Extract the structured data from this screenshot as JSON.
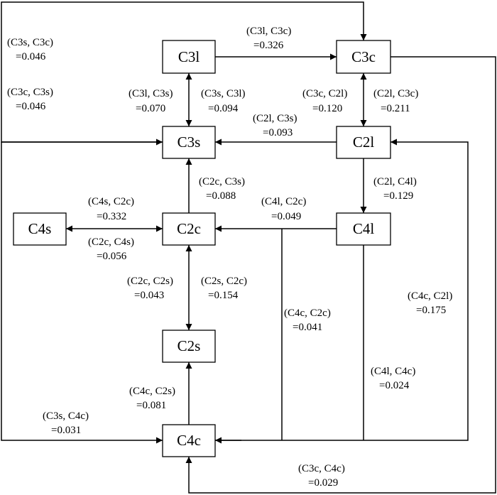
{
  "nodes": {
    "C3l": "C3l",
    "C3c": "C3c",
    "C3s": "C3s",
    "C2l": "C2l",
    "C4s": "C4s",
    "C2c": "C2c",
    "C4l": "C4l",
    "C2s": "C2s",
    "C4c": "C4c"
  },
  "edges": [
    {
      "id": "c3s-c3c",
      "pair": "(C3s, C3c)",
      "value": "=0.046"
    },
    {
      "id": "c3c-c3s",
      "pair": "(C3c, C3s)",
      "value": "=0.046"
    },
    {
      "id": "c3l-c3c",
      "pair": "(C3l, C3c)",
      "value": "=0.326"
    },
    {
      "id": "c3l-c3s",
      "pair": "(C3l, C3s)",
      "value": "=0.070"
    },
    {
      "id": "c3s-c3l",
      "pair": "(C3s, C3l)",
      "value": "=0.094"
    },
    {
      "id": "c3c-c2l",
      "pair": "(C3c, C2l)",
      "value": "=0.120"
    },
    {
      "id": "c2l-c3c",
      "pair": "(C2l, C3c)",
      "value": "=0.211"
    },
    {
      "id": "c2l-c3s",
      "pair": "(C2l, C3s)",
      "value": "=0.093"
    },
    {
      "id": "c2c-c3s",
      "pair": "(C2c, C3s)",
      "value": "=0.088"
    },
    {
      "id": "c2l-c4l",
      "pair": "(C2l, C4l)",
      "value": "=0.129"
    },
    {
      "id": "c4s-c2c",
      "pair": "(C4s, C2c)",
      "value": "=0.332"
    },
    {
      "id": "c2c-c4s",
      "pair": "(C2c, C4s)",
      "value": "=0.056"
    },
    {
      "id": "c4l-c2c",
      "pair": "(C4l, C2c)",
      "value": "=0.049"
    },
    {
      "id": "c2c-c2s",
      "pair": "(C2c, C2s)",
      "value": "=0.043"
    },
    {
      "id": "c2s-c2c",
      "pair": "(C2s, C2c)",
      "value": "=0.154"
    },
    {
      "id": "c4c-c2c",
      "pair": "(C4c, C2c)",
      "value": "=0.041"
    },
    {
      "id": "c4c-c2l",
      "pair": "(C4c, C2l)",
      "value": "=0.175"
    },
    {
      "id": "c4c-c2s",
      "pair": "(C4c, C2s)",
      "value": "=0.081"
    },
    {
      "id": "c4l-c4c",
      "pair": "(C4l, C4c)",
      "value": "=0.024"
    },
    {
      "id": "c3s-c4c",
      "pair": "(C3s, C4c)",
      "value": "=0.031"
    },
    {
      "id": "c3c-c4c",
      "pair": "(C3c, C4c)",
      "value": "=0.029"
    }
  ]
}
